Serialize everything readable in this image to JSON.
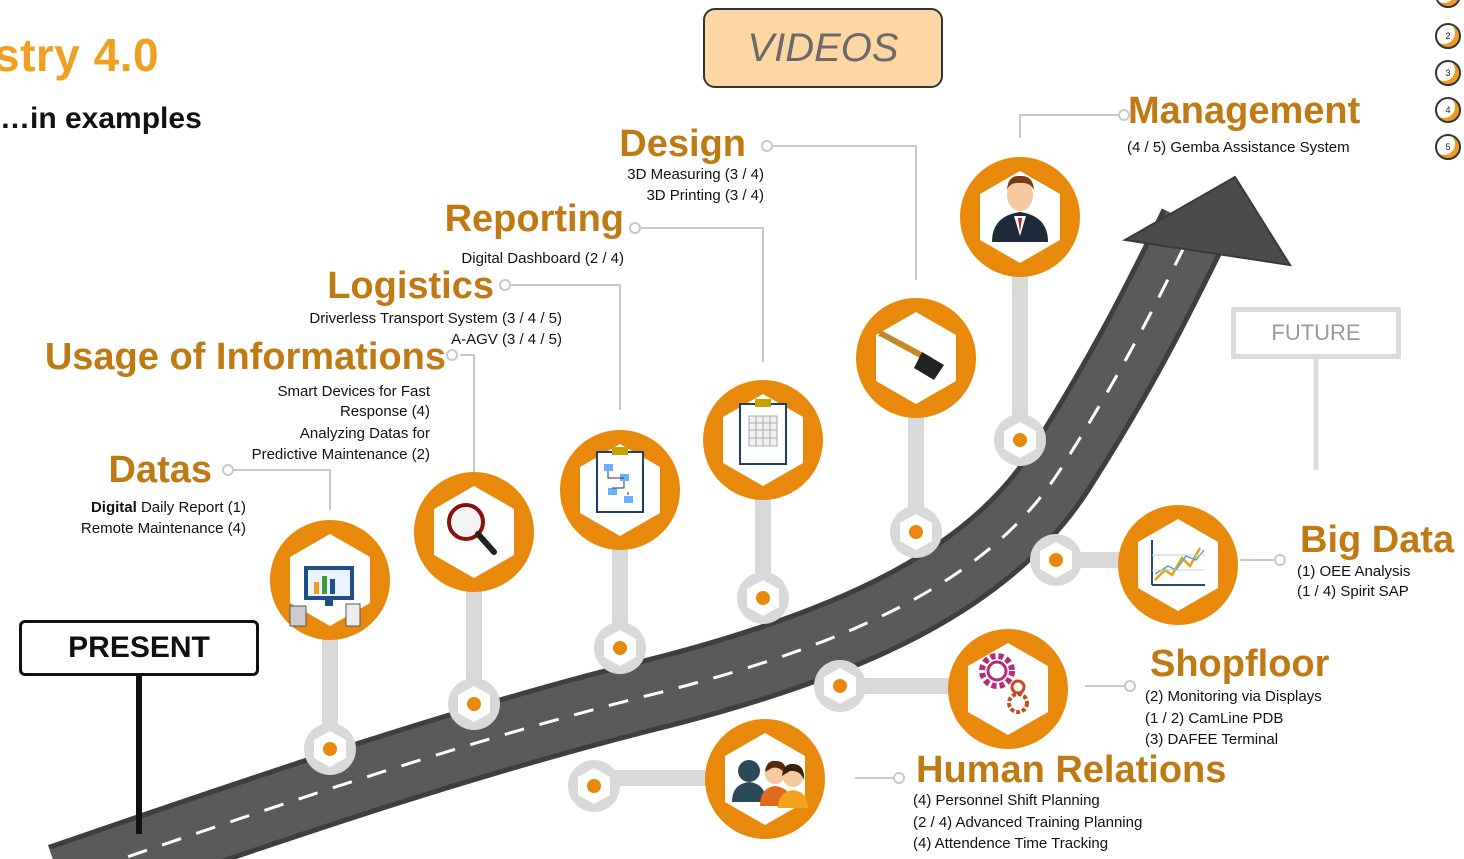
{
  "header": {
    "title": "stry 4.0",
    "subtitle": "…in examples"
  },
  "buttons": {
    "videos": "VIDEOS",
    "future": "FUTURE",
    "present": "PRESENT"
  },
  "levels": [
    "2",
    "3",
    "4",
    "5"
  ],
  "categories": {
    "management": {
      "title": "Management",
      "items": [
        "(4 / 5) Gemba Assistance System"
      ]
    },
    "design": {
      "title": "Design",
      "items": [
        "3D Measuring (3 / 4)",
        "3D Printing (3 / 4)"
      ]
    },
    "reporting": {
      "title": "Reporting",
      "items": [
        "Digital Dashboard (2 / 4)"
      ]
    },
    "logistics": {
      "title": "Logistics",
      "items": [
        "Driverless Transport System (3 / 4 / 5)",
        "A-AGV (3 / 4 / 5)"
      ]
    },
    "usage": {
      "title": "Usage of Informations",
      "items": [
        "Smart Devices for Fast",
        "Response (4)",
        "Analyzing Datas for",
        "Predictive Maintenance (2)"
      ]
    },
    "datas": {
      "title": "Datas",
      "item1_bold": "Digital",
      "item1_rest": " Daily Report (1)",
      "item2": "Remote Maintenance (4)"
    },
    "bigdata": {
      "title": "Big Data",
      "items": [
        "(1) OEE Analysis",
        "(1 / 4) Spirit SAP"
      ]
    },
    "shopfloor": {
      "title": "Shopfloor",
      "items": [
        "(2) Monitoring via Displays",
        "(1 / 2) CamLine PDB",
        "(3) DAFEE Terminal"
      ]
    },
    "hr": {
      "title": "Human Relations",
      "items": [
        "(4) Personnel Shift Planning",
        "(2 / 4) Advanced Training Planning",
        "(4) Attendence Time Tracking"
      ]
    }
  },
  "icons": {
    "datas": "computer-charts-icon",
    "usage": "magnifier-icon",
    "logistics": "flowchart-clipboard-icon",
    "reporting": "dashboard-clipboard-icon",
    "design": "pen-drawing-icon",
    "management": "manager-avatar-icon",
    "bigdata": "line-graph-icon",
    "shopfloor": "gears-icon",
    "hr": "people-group-icon"
  },
  "colors": {
    "accent": "#e8890c",
    "category_text": "#c07a14",
    "title": "#f0a020",
    "road": "#555555",
    "pillar": "#d9d9d9"
  }
}
